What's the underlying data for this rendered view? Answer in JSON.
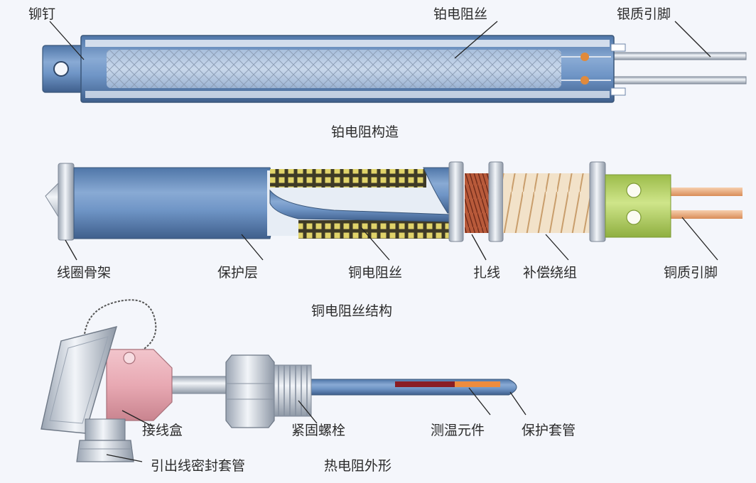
{
  "platinum": {
    "caption": "铂电阻构造",
    "labels": {
      "rivet": "铆钉",
      "wire": "铂电阻丝",
      "lead": "银质引脚"
    }
  },
  "copper": {
    "caption": "铜电阻丝结构",
    "labels": {
      "bobbin": "线圈骨架",
      "sheath": "保护层",
      "wire": "铜电阻丝",
      "tie": "扎线",
      "comp": "补偿绕组",
      "lead": "铜质引脚"
    }
  },
  "assembly": {
    "caption": "热电阻外形",
    "labels": {
      "box": "接线盒",
      "bolt": "紧固螺栓",
      "element": "测温元件",
      "tube": "保护套管",
      "seal": "引出线密封套管"
    }
  },
  "colors": {
    "tube_blue": "#6f95c6",
    "tube_dark": "#4f76a8",
    "silver": "#cfd6e0",
    "box_pink": "#e8a9b3",
    "green_cap": "#b9d66a",
    "copper_lead": "#e9a778"
  }
}
